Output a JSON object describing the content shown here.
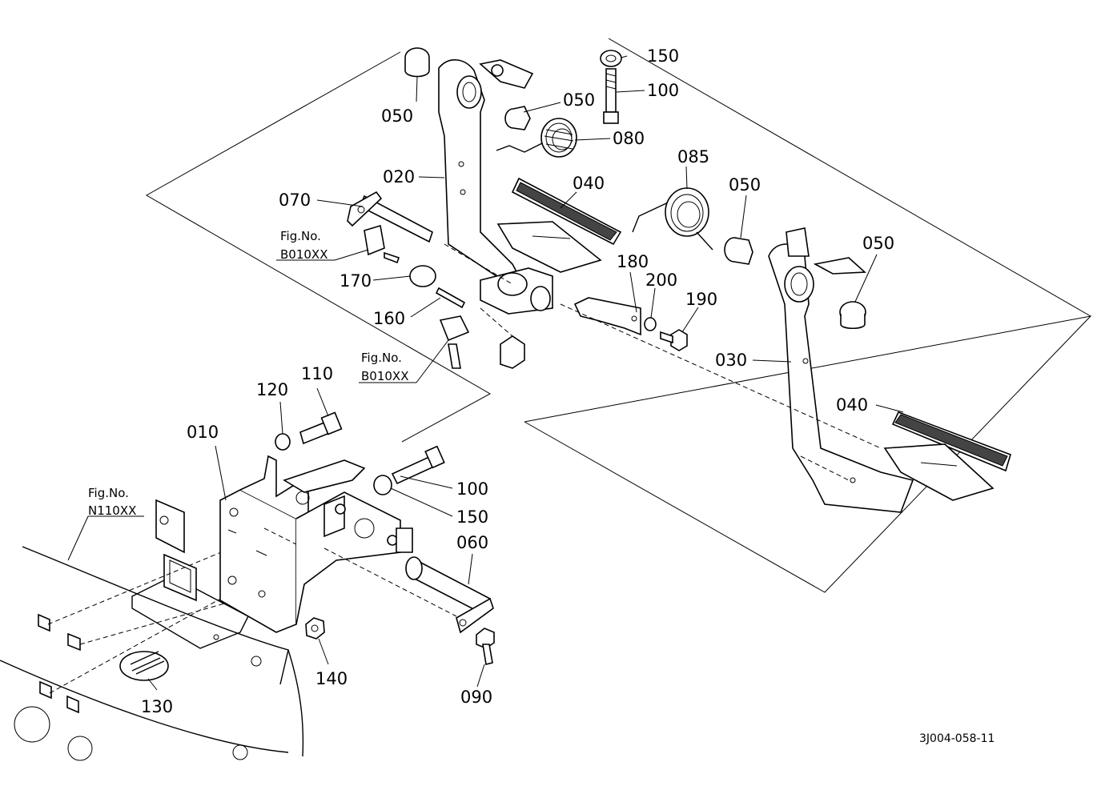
{
  "diagram": {
    "part_numbers": {
      "p010": "010",
      "p020": "020",
      "p030": "030",
      "p040": "040",
      "p050": "050",
      "p060": "060",
      "p070": "070",
      "p080": "080",
      "p085": "085",
      "p090": "090",
      "p100": "100",
      "p110": "110",
      "p120": "120",
      "p130": "130",
      "p140": "140",
      "p150": "150",
      "p160": "160",
      "p170": "170",
      "p180": "180",
      "p190": "190",
      "p200": "200"
    },
    "figure_refs": {
      "fig_label": "Fig.No.",
      "ref_b010_a": "B010XX",
      "ref_b010_b": "B010XX",
      "ref_n110": "N110XX"
    },
    "drawing_code": "3J004-058-11"
  }
}
